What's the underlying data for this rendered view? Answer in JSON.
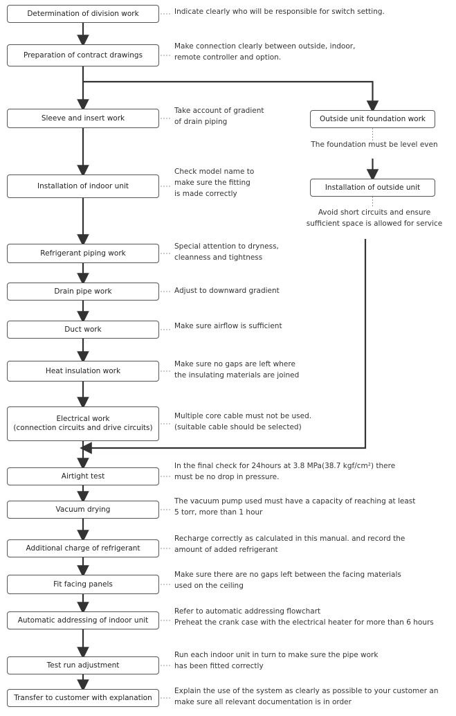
{
  "steps": [
    {
      "label": "Determination of division work",
      "note": "Indicate clearly who will be responsible for switch setting."
    },
    {
      "label": "Preparation of contract drawings",
      "note": "Make connection clearly between outside, indoor,\nremote controller and option."
    },
    {
      "label": "Sleeve and insert work",
      "note": "Take account of gradient\nof drain piping"
    },
    {
      "label": "Installation of indoor unit",
      "note": "Check model name to\nmake sure the fitting\nis made correctly"
    },
    {
      "label": "Refrigerant piping work",
      "note": "Special attention to dryness,\ncleanness and tightness"
    },
    {
      "label": "Drain pipe work",
      "note": "Adjust to downward gradient"
    },
    {
      "label": "Duct work",
      "note": "Make sure airflow is sufficient"
    },
    {
      "label": "Heat insulation work",
      "note": "Make sure no gaps are left where\nthe insulating materials are joined"
    },
    {
      "label": "Electrical work\n(connection circuits and drive circuits)",
      "note": "Multiple core cable must not be used.\n(suitable cable should be selected)"
    },
    {
      "label": "Airtight test",
      "note": "In the final check for 24hours at 3.8 MPa(38.7 kgf/cm²) there\nmust be no drop in pressure."
    },
    {
      "label": "Vacuum drying",
      "note": "The vacuum pump used must have a capacity of reaching at least\n5 torr, more than 1 hour"
    },
    {
      "label": "Additional charge of refrigerant",
      "note": "Recharge correctly as calculated in this manual. and record the\namount of added refrigerant"
    },
    {
      "label": "Fit facing panels",
      "note": "Make sure there are no gaps left between the facing materials\nused on the ceiling"
    },
    {
      "label": "Automatic addressing of indoor unit",
      "note": "Refer to automatic addressing flowchart\nPreheat the crank case with the electrical  heater for more than 6 hours"
    },
    {
      "label": "Test run adjustment",
      "note": "Run each indoor unit in turn to make sure the pipe work\nhas been fitted correctly"
    },
    {
      "label": "Transfer to customer with explanation",
      "note": "Explain the use of the system as clearly as possible to your customer an\nmake sure all relevant documentation is in order"
    }
  ],
  "outside": [
    {
      "label": "Outside unit foundation work",
      "note": "The foundation must be level even"
    },
    {
      "label": "Installation of outside unit",
      "note": "Avoid short circuits and ensure\nsufficient space is allowed for service"
    }
  ]
}
